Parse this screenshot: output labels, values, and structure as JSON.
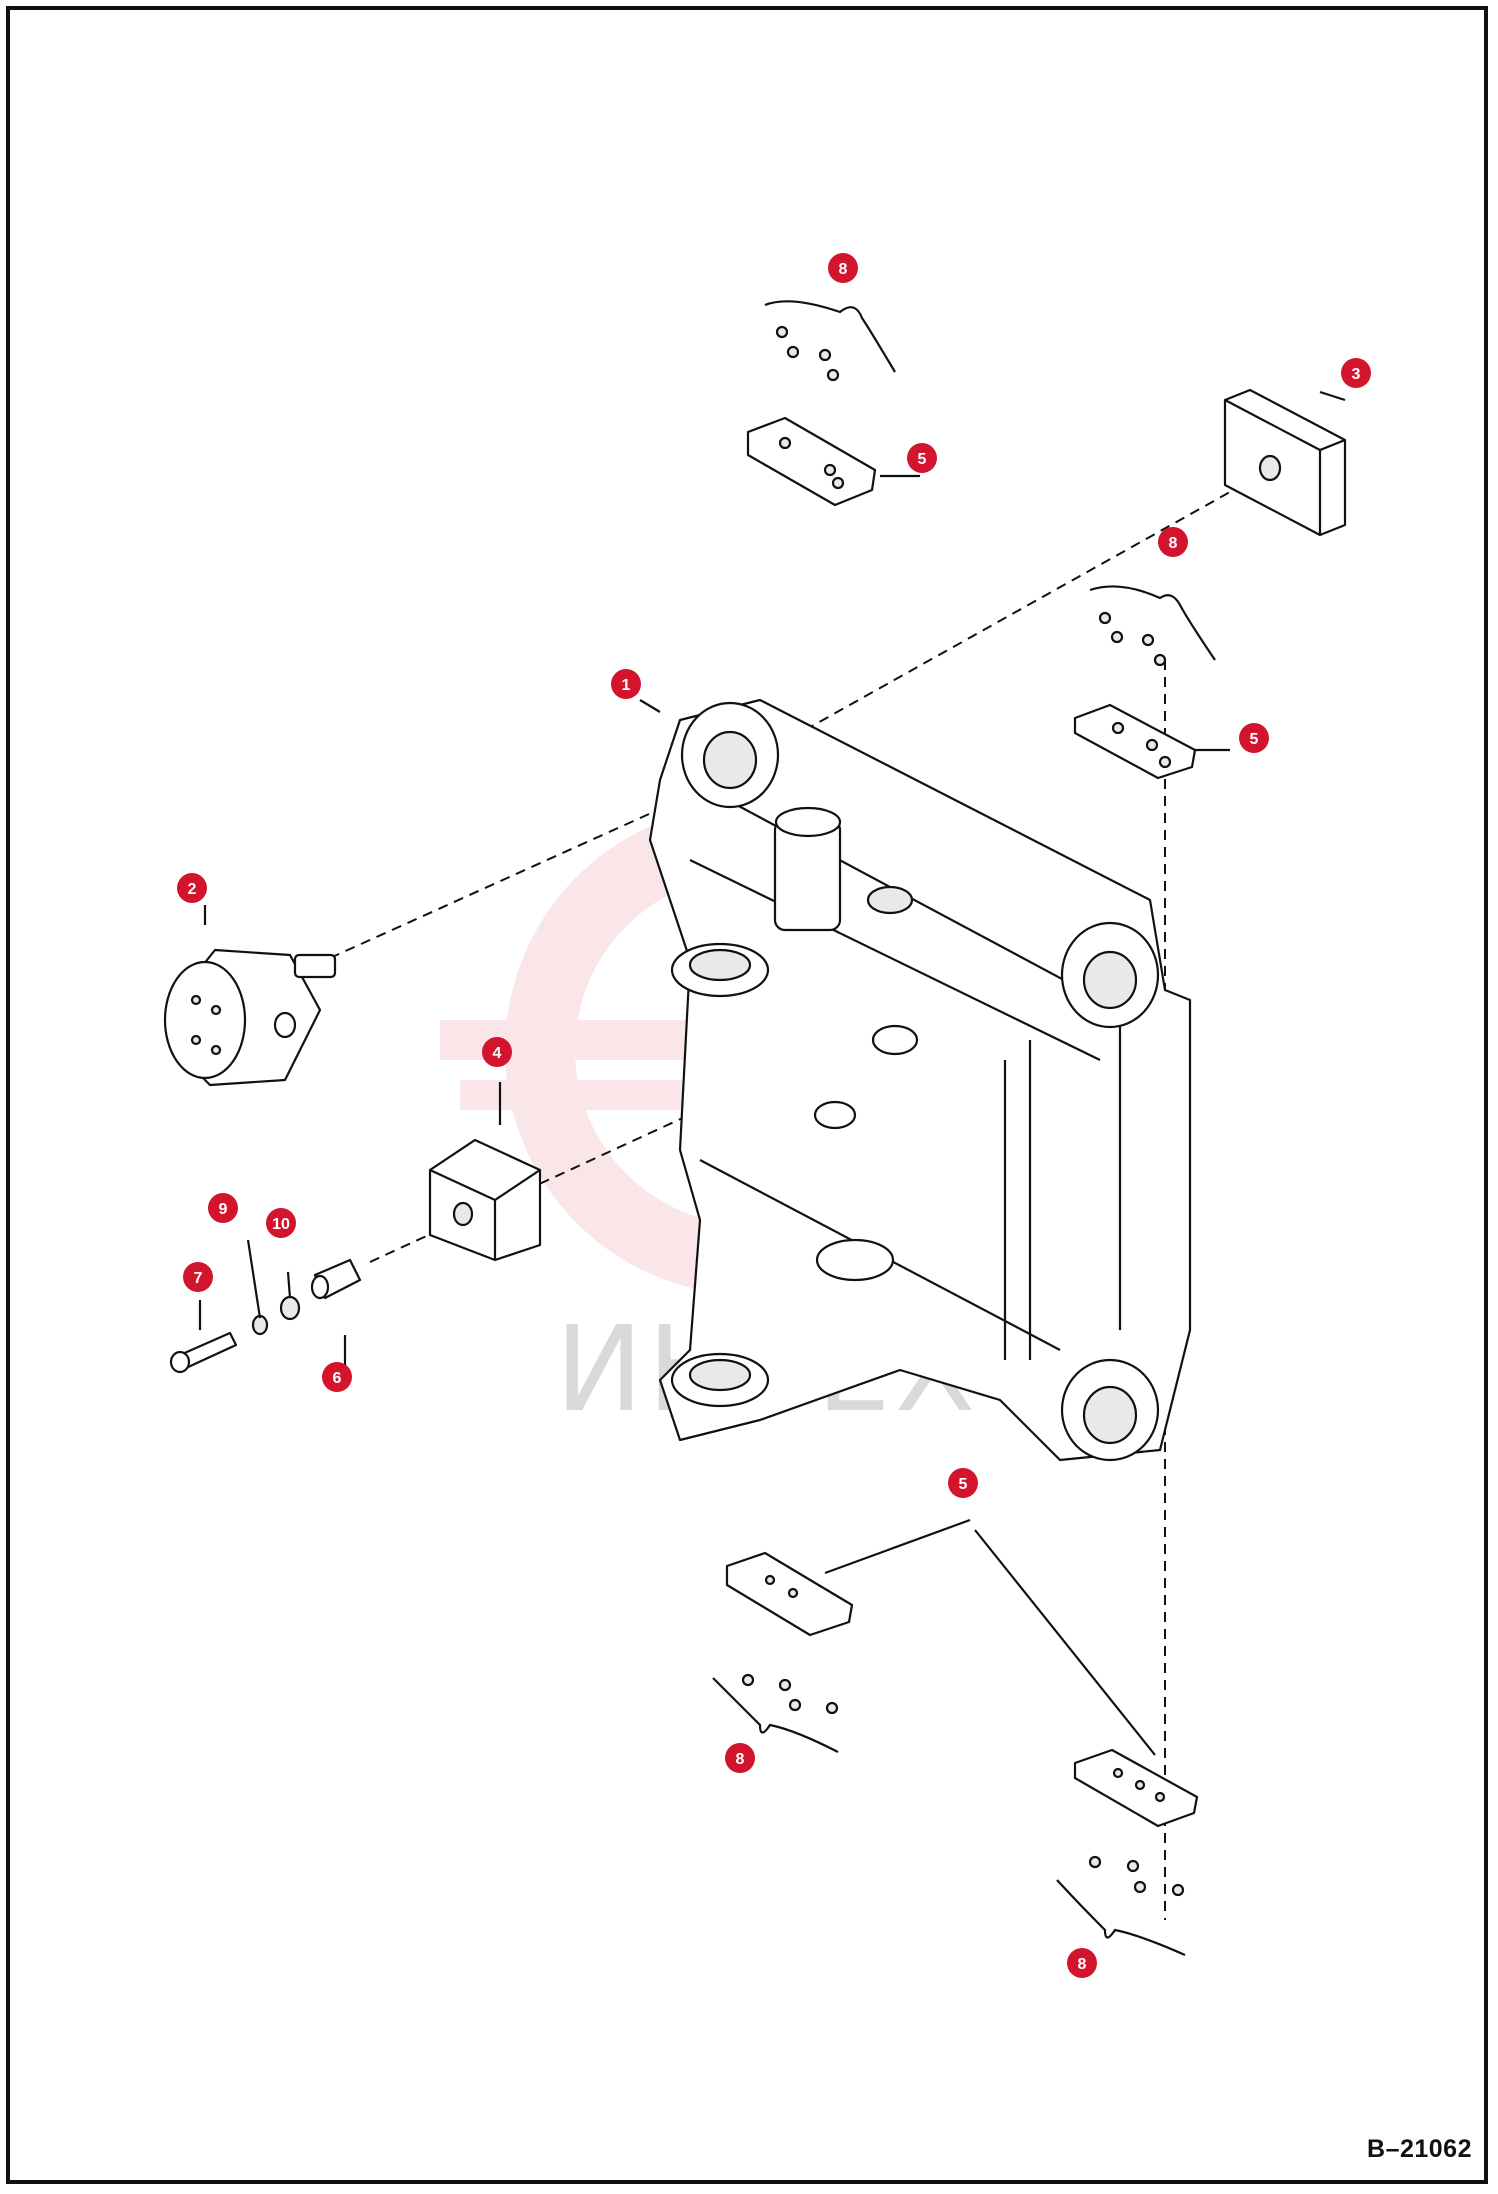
{
  "diagram": {
    "drawing_number": "B–21062",
    "watermark": "ИНТЕХ",
    "callouts": [
      {
        "id": "callout-1",
        "label": "1"
      },
      {
        "id": "callout-2",
        "label": "2"
      },
      {
        "id": "callout-3",
        "label": "3"
      },
      {
        "id": "callout-4",
        "label": "4"
      },
      {
        "id": "callout-5a",
        "label": "5"
      },
      {
        "id": "callout-5b",
        "label": "5"
      },
      {
        "id": "callout-5c",
        "label": "5"
      },
      {
        "id": "callout-6",
        "label": "6"
      },
      {
        "id": "callout-7",
        "label": "7"
      },
      {
        "id": "callout-8a",
        "label": "8"
      },
      {
        "id": "callout-8b",
        "label": "8"
      },
      {
        "id": "callout-8c",
        "label": "8"
      },
      {
        "id": "callout-8d",
        "label": "8"
      },
      {
        "id": "callout-9",
        "label": "9"
      },
      {
        "id": "callout-10",
        "label": "10"
      }
    ],
    "colors": {
      "callout": "#d2142d",
      "ink": "#111111",
      "watermark": "#f2b8bf"
    }
  }
}
